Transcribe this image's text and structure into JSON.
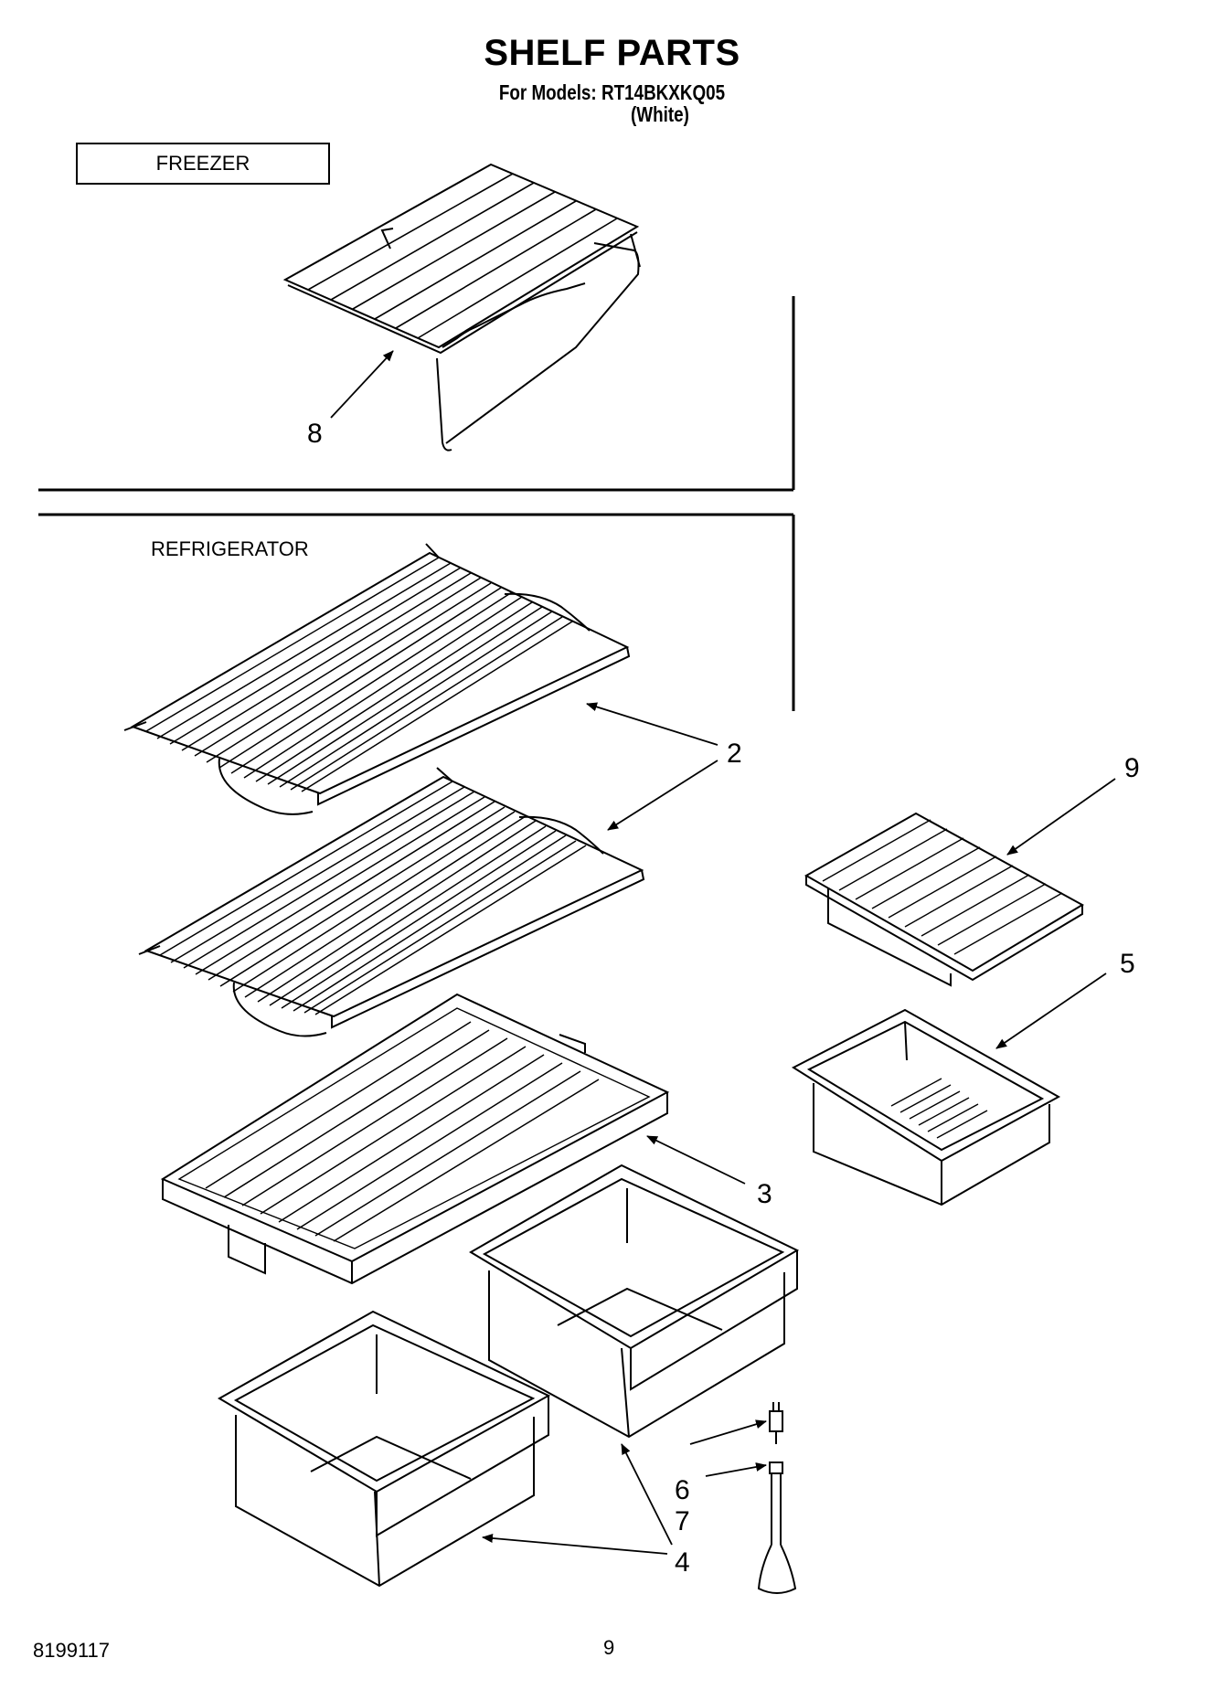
{
  "header": {
    "title": "SHELF PARTS",
    "models": "For Models: RT14BKXKQ05",
    "color": "(White)"
  },
  "sections": {
    "freezer": "FREEZER",
    "refrigerator": "REFRIGERATOR"
  },
  "callouts": [
    "8",
    "2",
    "9",
    "5",
    "3",
    "6",
    "7",
    "4"
  ],
  "footer": {
    "doc_number": "8199117",
    "page_number": "9"
  }
}
